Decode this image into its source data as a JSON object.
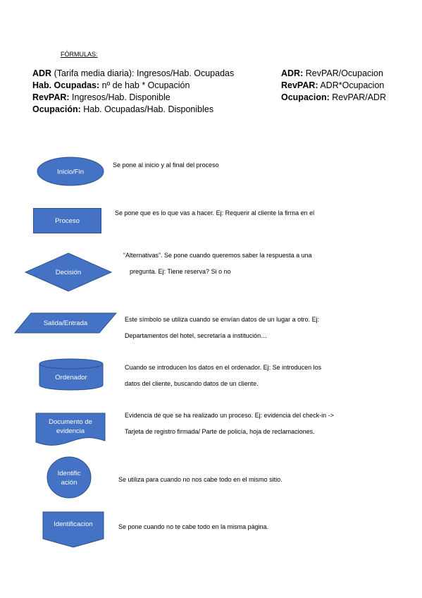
{
  "heading": "FÓRMULAS:",
  "formulas_left": [
    {
      "term": "ADR",
      "rest": " (Tarifa media diaria): Ingresos/Hab. Ocupadas"
    },
    {
      "term": "Hab. Ocupadas:",
      "rest": " nº de hab * Ocupación"
    },
    {
      "term": "RevPAR:",
      "rest": " Ingresos/Hab. Disponible"
    },
    {
      "term": "Ocupación:",
      "rest": " Hab. Ocupadas/Hab. Disponibles"
    }
  ],
  "formulas_right": [
    {
      "term": "ADR:",
      "rest": " RevPAR/Ocupacion"
    },
    {
      "term": "RevPAR:",
      "rest": " ADR*Ocupacion"
    },
    {
      "term": "Ocupacion:",
      "rest": " RevPAR/ADR"
    }
  ],
  "colors": {
    "shape_fill": "#4472C4",
    "shape_stroke": "#2F528F"
  },
  "symbols": [
    {
      "shape": "ellipse",
      "label": "Inicio/Fin",
      "desc": [
        "Se pone al inicio y al final del proceso"
      ]
    },
    {
      "shape": "rectangle",
      "label": "Proceso",
      "desc": [
        "Se pone que es lo que vas a hacer. Ej: Requerir al cliente la firma en el"
      ]
    },
    {
      "shape": "diamond",
      "label": "Decisión",
      "desc": [
        "“Alternativas”. Se pone cuando queremos saber la respuesta a una",
        "pregunta. Ej: Tiene reserva? Si o no"
      ]
    },
    {
      "shape": "parallelogram",
      "label": "Salida/Entrada",
      "desc": [
        "Este símbolo se utiliza cuando se envían datos de un lugar a otro. Ej:",
        "Departamentos del hotel, secretaría a institución…"
      ]
    },
    {
      "shape": "cylinder",
      "label": "Ordenador",
      "desc": [
        "Cuando se introducen los datos en el ordenador. Ej: Se introducen los",
        "datos del cliente, buscando datos de un cliente."
      ]
    },
    {
      "shape": "document",
      "label": [
        "Documento de",
        "evidencia"
      ],
      "desc": [
        "Evidencia de que se ha realizado un proceso. Ej: evidencia del check-in ->",
        "Tarjeta de registro firmada/ Parte de policía, hoja de reclamaciones."
      ]
    },
    {
      "shape": "circle",
      "label": [
        "Identific",
        "ación"
      ],
      "desc": [
        "Se utiliza para cuando no nos cabe todo en el mismo sitio."
      ]
    },
    {
      "shape": "offpage",
      "label": "Identificacion",
      "desc": [
        "Se pone cuando no te cabe todo en la misma página."
      ]
    }
  ]
}
